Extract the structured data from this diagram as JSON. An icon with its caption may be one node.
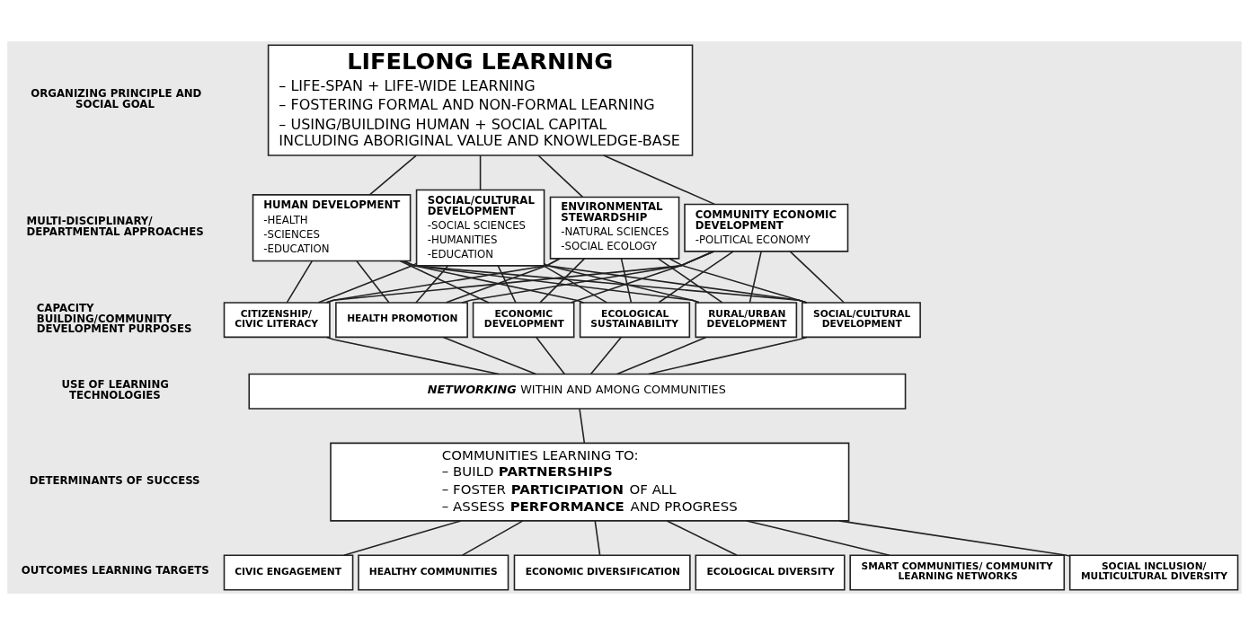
{
  "diagram": {
    "nodes": [
      {
        "text": [
          "LIFELONG LEARNING",
          "– LIFE-SPAN + LIFE-WIDE LEARNING",
          "– FOSTERING FORMAL AND NON-FORMAL LEARNING",
          "– USING/BUILDING HUMAN + SOCIAL CAPITAL INCLUDING ABORIGINAL VALUE AND KNOWLEDGE-BASE"
        ]
      },
      {
        "text": [
          "HUMAN DEVELOPMENT",
          "-HEALTH",
          "-SCIENCES",
          "-EDUCATION"
        ]
      },
      {
        "text": [
          "SOCIAL/CULTURAL DEVELOPMENT",
          "-SOCIAL SCIENCES",
          "-HUMANITIES",
          "-EDUCATION"
        ]
      },
      {
        "text": [
          "ENVIRONMENTAL STEWARDSHIP",
          "-NATURAL SCIENCES",
          "-SOCIAL ECOLOGY"
        ]
      },
      {
        "text": [
          "COMMUNITY ECONOMIC DEVELOPMENT",
          "-POLITICAL ECONOMY"
        ]
      },
      {
        "text": [
          "CITIZENSHIP/ CIVIC LITERACY"
        ]
      },
      {
        "text": [
          "HEALTH PROMOTION"
        ]
      },
      {
        "text": [
          "ECONOMIC DEVELOPMENT"
        ]
      },
      {
        "text": [
          "ECOLOGICAL SUSTAINABILITY"
        ]
      },
      {
        "text": [
          "RURAL/URBAN DEVELOPMENT"
        ]
      },
      {
        "text": [
          "SOCIAL/CULTURAL DEVELOPMENT"
        ]
      },
      {
        "text": [
          "**NETWORKING** WITHIN AND AMONG COMMUNITIES"
        ]
      },
      {
        "text": [
          "COMMUNITIES LEARNING TO:",
          "– BUILD **PARTNERSHIPS**",
          "– FOSTER **PARTICIPATION** OF ALL",
          "– ASSESS **PERFORMANCE** AND PROGRESS"
        ]
      },
      {
        "text": [
          "CIVIC ENGAGEMENT"
        ]
      },
      {
        "text": [
          "HEALTHY COMMUNITIES"
        ]
      },
      {
        "text": [
          "ECONOMIC DIVERSIFICATION"
        ]
      },
      {
        "text": [
          "ECOLOGICAL DIVERSITY"
        ]
      },
      {
        "text": [
          "SMART COMMUNITIES/ COMMUNITY LEARNING NETWORKS"
        ]
      },
      {
        "text": [
          "SOCIAL INCLUSION/ MULTICULTURAL DIVERSITY"
        ]
      }
    ],
    "edges": [
      {
        "from": 0,
        "to": 1,
        "arrow": "none"
      },
      {
        "from": 0,
        "to": 2,
        "arrow": "none"
      },
      {
        "from": 0,
        "to": 3,
        "arrow": "none"
      },
      {
        "from": 0,
        "to": 4,
        "arrow": "none"
      },
      {
        "from": 1,
        "to": 5,
        "arrow": "none"
      },
      {
        "from": 1,
        "to": 6,
        "arrow": "none"
      },
      {
        "from": 1,
        "to": 7,
        "arrow": "none"
      },
      {
        "from": 1,
        "to": 8,
        "arrow": "none"
      },
      {
        "from": 1,
        "to": 9,
        "arrow": "none"
      },
      {
        "from": 1,
        "to": 10,
        "arrow": "none"
      },
      {
        "from": 2,
        "to": 5,
        "arrow": "none"
      },
      {
        "from": 2,
        "to": 6,
        "arrow": "none"
      },
      {
        "from": 2,
        "to": 7,
        "arrow": "none"
      },
      {
        "from": 2,
        "to": 8,
        "arrow": "none"
      },
      {
        "from": 2,
        "to": 9,
        "arrow": "none"
      },
      {
        "from": 2,
        "to": 10,
        "arrow": "none"
      },
      {
        "from": 3,
        "to": 5,
        "arrow": "none"
      },
      {
        "from": 3,
        "to": 6,
        "arrow": "none"
      },
      {
        "from": 3,
        "to": 7,
        "arrow": "none"
      },
      {
        "from": 3,
        "to": 8,
        "arrow": "none"
      },
      {
        "from": 3,
        "to": 9,
        "arrow": "none"
      },
      {
        "from": 3,
        "to": 10,
        "arrow": "none"
      },
      {
        "from": 4,
        "to": 5,
        "arrow": "none"
      },
      {
        "from": 4,
        "to": 6,
        "arrow": "none"
      },
      {
        "from": 4,
        "to": 7,
        "arrow": "none"
      },
      {
        "from": 4,
        "to": 8,
        "arrow": "none"
      },
      {
        "from": 4,
        "to": 9,
        "arrow": "none"
      },
      {
        "from": 4,
        "to": 10,
        "arrow": "none"
      },
      {
        "from": 5,
        "to": 11,
        "arrow": "none"
      },
      {
        "from": 6,
        "to": 11,
        "arrow": "none"
      },
      {
        "from": 7,
        "to": 11,
        "arrow": "none"
      },
      {
        "from": 8,
        "to": 11,
        "arrow": "none"
      },
      {
        "from": 9,
        "to": 11,
        "arrow": "none"
      },
      {
        "from": 10,
        "to": 11,
        "arrow": "none"
      },
      {
        "from": 11,
        "to": 12,
        "arrow": "none"
      },
      {
        "from": 12,
        "to": 13,
        "arrow": "none"
      },
      {
        "from": 12,
        "to": 14,
        "arrow": "none"
      },
      {
        "from": 12,
        "to": 15,
        "arrow": "none"
      },
      {
        "from": 12,
        "to": 16,
        "arrow": "none"
      },
      {
        "from": 12,
        "to": 17,
        "arrow": "none"
      },
      {
        "from": 12,
        "to": 18,
        "arrow": "none"
      }
    ],
    "labels": [
      "ORGANIZING PRINCIPLE AND SOCIAL GOAL",
      "MULTI-DISCIPLINARY/ DEPARTMENTAL APPROACHES",
      "CAPACITY BUILDING/COMMUNITY DEVELOPMENT PURPOSES",
      "USE OF LEARNING TECHNOLOGIES",
      "DETERMINANTS OF SUCCESS",
      "OUTCOMES LEARNING TARGETS"
    ]
  }
}
